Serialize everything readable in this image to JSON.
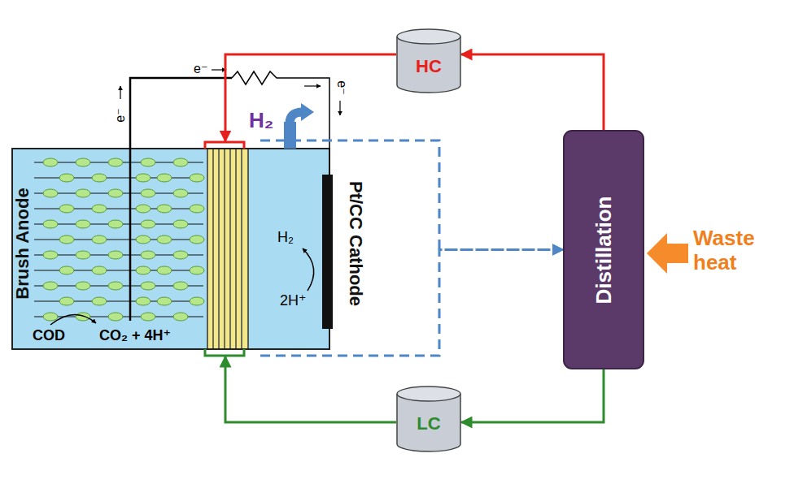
{
  "diagram": {
    "nodes": [
      {
        "text": [
          "Brush Anode",
          "Pt/CC Cathode"
        ]
      },
      {
        "text": [
          "HC"
        ]
      },
      {
        "text": [
          "Distillation"
        ]
      },
      {
        "text": [
          "LC"
        ]
      }
    ],
    "edges": [
      {
        "from": 2,
        "to": 1,
        "arrow": "to"
      },
      {
        "from": 1,
        "to": 0,
        "arrow": "to"
      },
      {
        "from": 0,
        "to": 2,
        "arrow": "to"
      },
      {
        "from": 2,
        "to": 3,
        "arrow": "to"
      },
      {
        "from": 3,
        "to": 0,
        "arrow": "to"
      }
    ],
    "labels": [
      "e⁻",
      "e⁻",
      "H₂",
      "e⁻",
      "H₂",
      "2H⁺",
      "COD",
      "CO₂ + 4H⁺",
      "Waste heat"
    ]
  }
}
